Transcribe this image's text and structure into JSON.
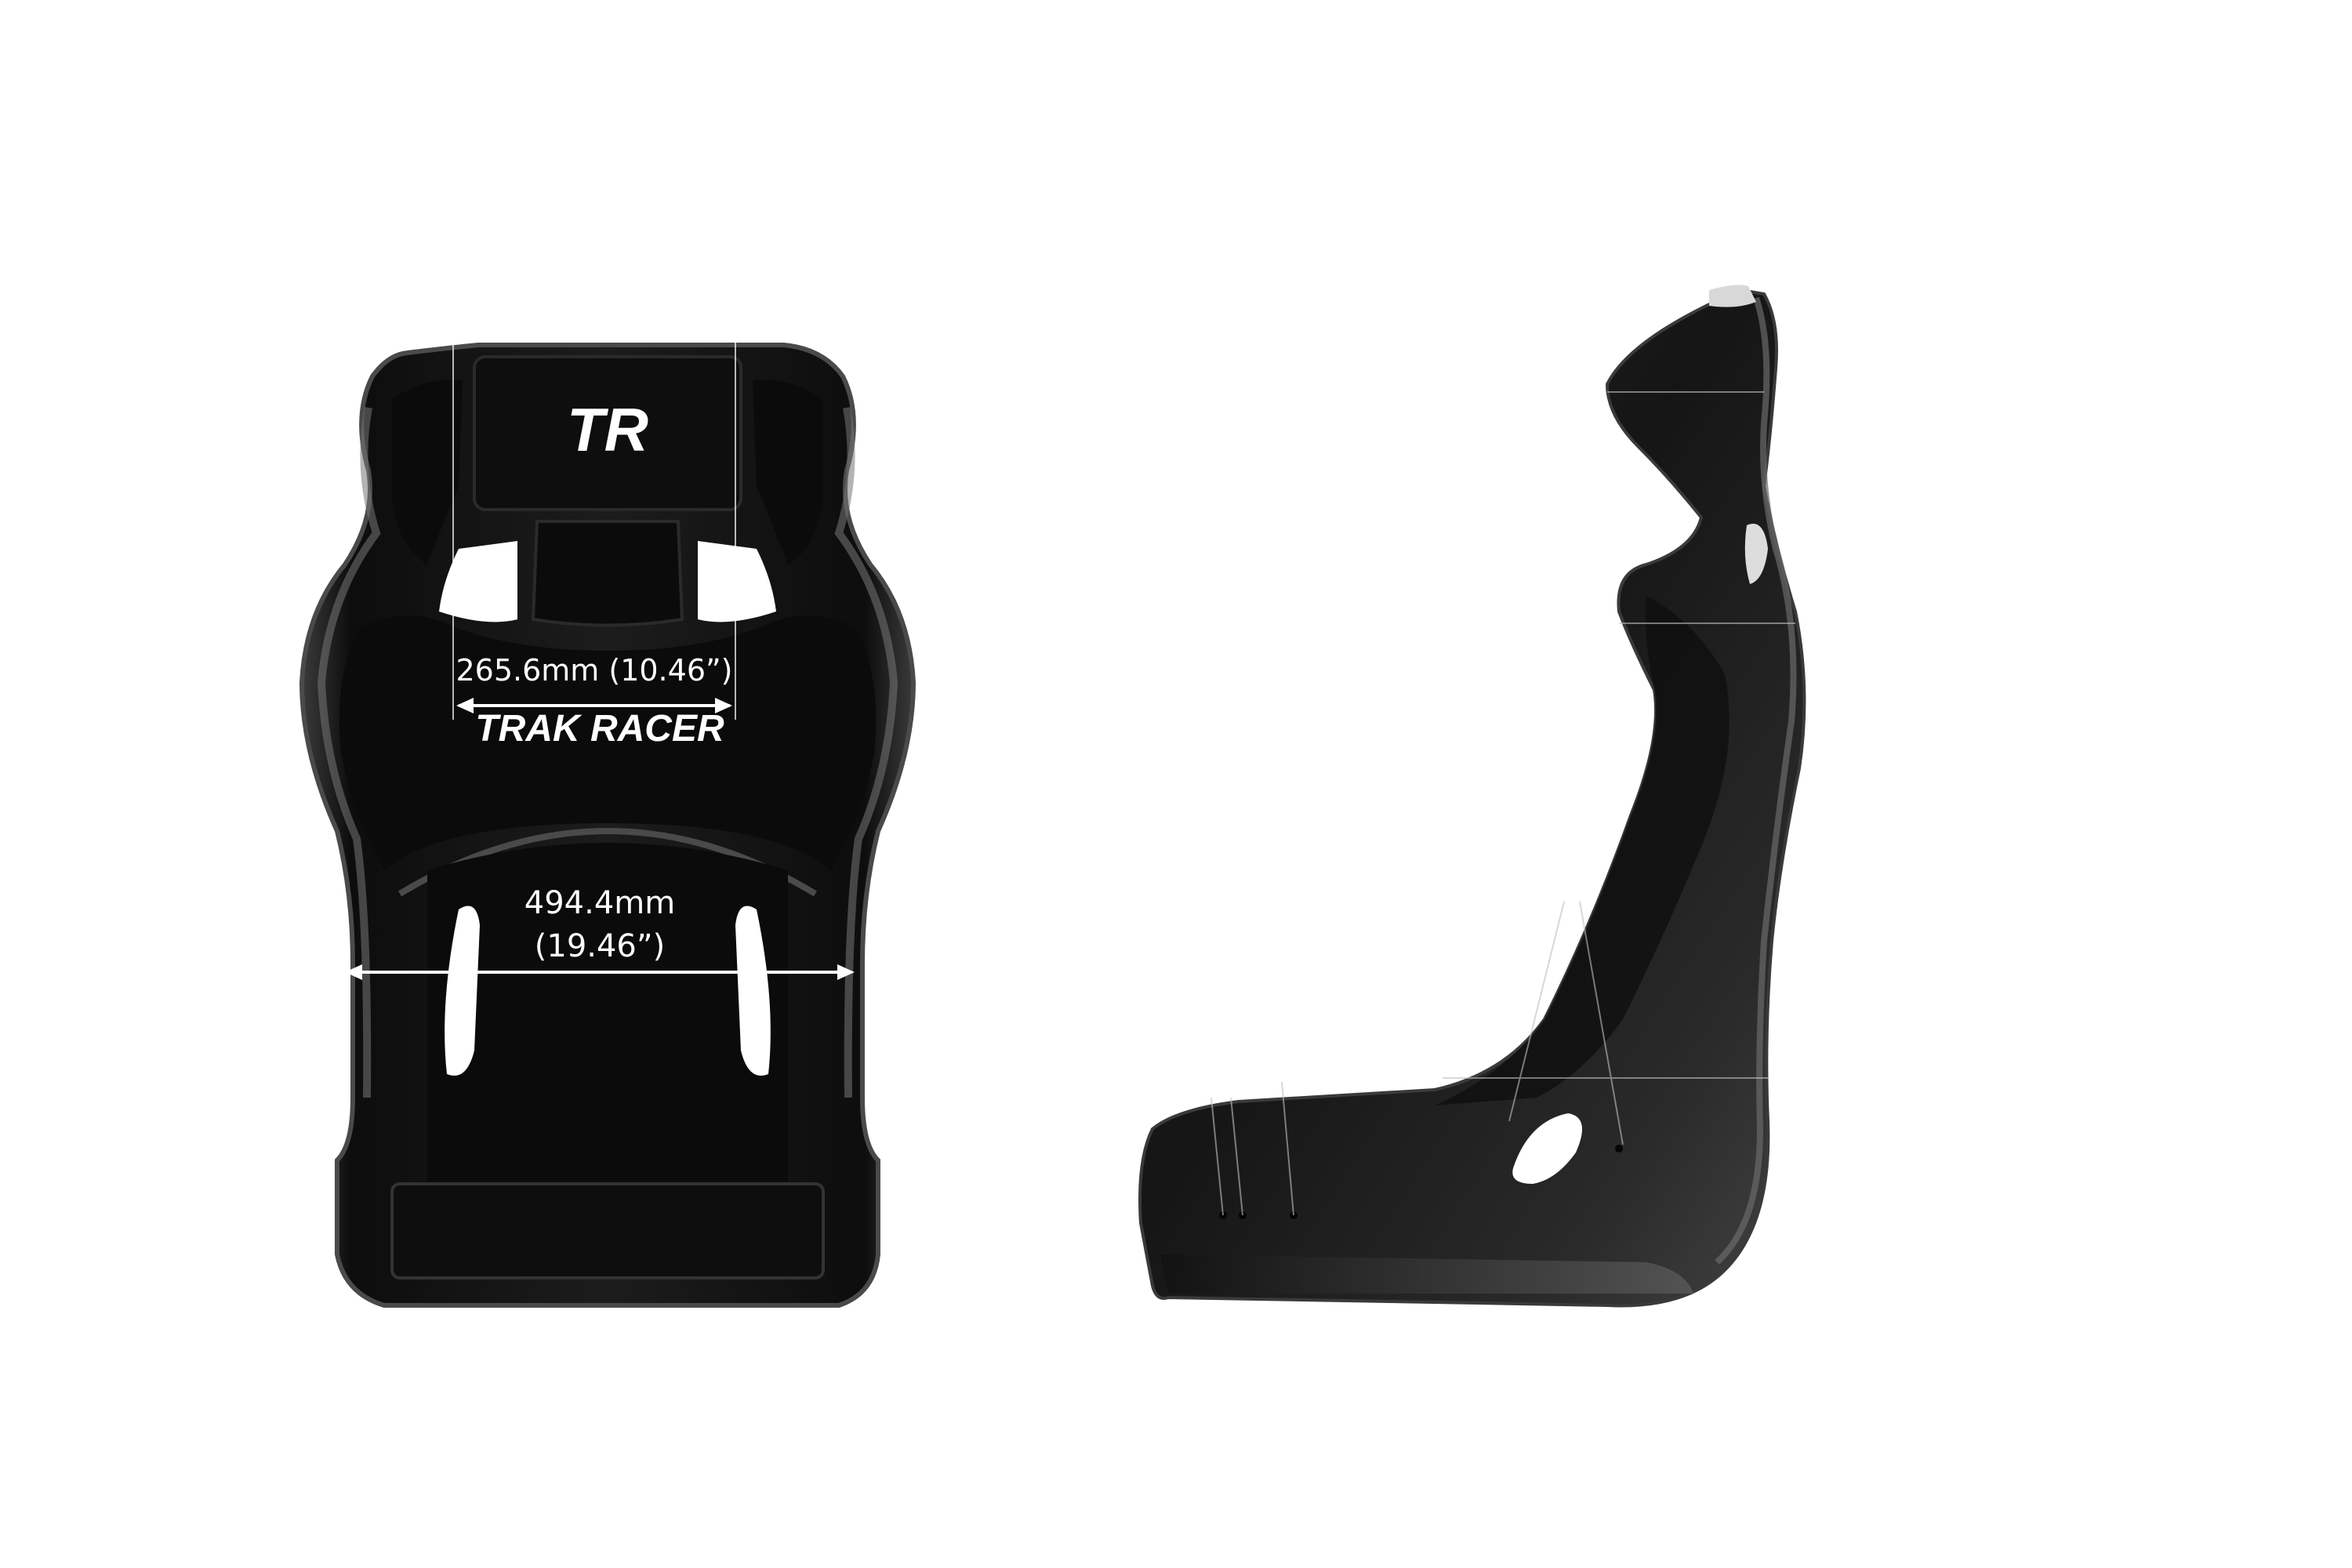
{
  "logo": {
    "monogram": "TR",
    "wordmark": "TRAK RACER"
  },
  "dimensions": {
    "upper_width": "265.6mm (10.46”)",
    "seat_width_mm": "494.4mm",
    "seat_width_in": "(19.46”)"
  },
  "colors": {
    "background": "#ffffff",
    "shell": "#1a1a1a",
    "fabric": "#0b0b0b",
    "highlight": "#6e6e6e",
    "dimension_line": "#ffffff"
  }
}
